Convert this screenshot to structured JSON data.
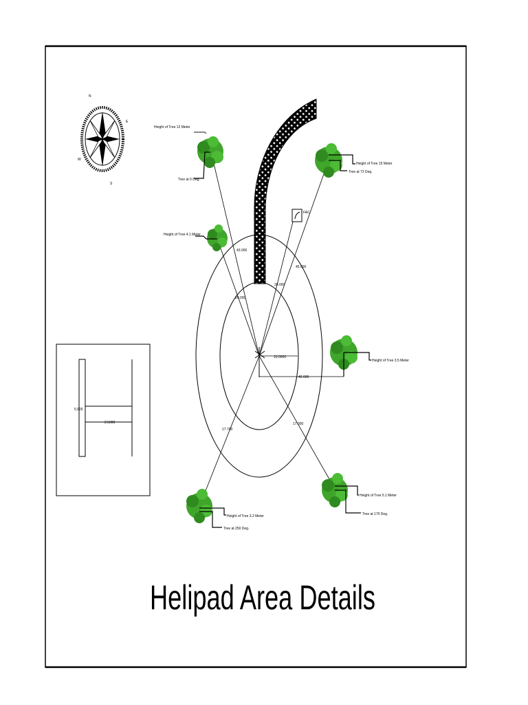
{
  "title": "Helipad Area Details",
  "compass": {
    "north": "N",
    "south": "S",
    "east": "E",
    "west": "W"
  },
  "colors": {
    "tree": "#3fa52b",
    "tree_dark": "#1f6b14",
    "line": "#000000"
  },
  "tree_labels": {
    "t1_height": "Height of Tree 12 Meter",
    "t1_angle": "Tree at 0 Deg.",
    "t2_height": "Height of Tree 4.1 Meter",
    "t3_height": "Height of Tree 15 Meter",
    "t3_angle": "Tree at 72 Deg.",
    "t4_height": "Height of Tree 3.5 Meter",
    "t5_height": "Height of Tree 5.1 Meter",
    "t5_angle": "Tree at 170 Deg.",
    "t6_height": "Height of Tree 3.2 Meter",
    "t6_angle": "Tree at 250 Deg."
  },
  "windsock_label": "FAC",
  "dimensions": {
    "d_left_top": "43.000",
    "d_right_top": "45.000",
    "d_left_mid": "20.000",
    "d_center_a": "20.000",
    "d_center_b": "10.0000",
    "d_right_mid": "42.000",
    "d_left_low": "17.700",
    "d_right_low": "17.300",
    "h_height": "5.000",
    "h_width": "2.5000"
  }
}
